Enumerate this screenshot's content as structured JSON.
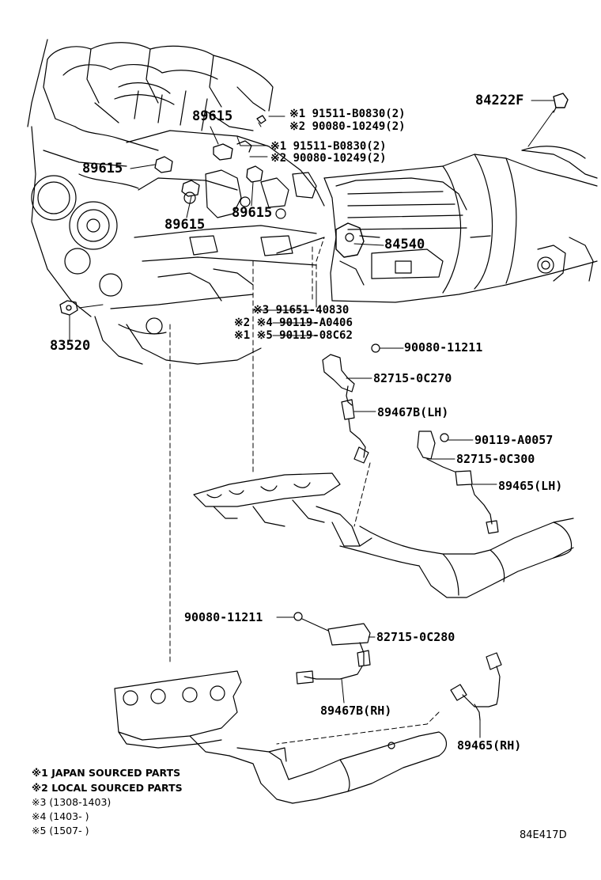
{
  "callouts": {
    "c84222F": "84222F",
    "c89615_top": "89615",
    "c89615_left": "89615",
    "c89615_bottom_left": "89615",
    "c89615_bottom_right": "89615",
    "c91511_a": "※1 91511-B0830(2)",
    "c90080_a": "※2 90080-10249(2)",
    "c91511_b": "※1 91511-B0830(2)",
    "c90080_b": "※2 90080-10249(2)",
    "c84540": "84540",
    "c91651": "※3 91651-40830",
    "c90119_a0406": "※2 ※4 90119-A0406",
    "c90119_08c62": "※1 ※5 90119-08C62",
    "c83520": "83520",
    "c90080_11211_top": "90080-11211",
    "c82715_0c270": "82715-0C270",
    "c89467b_lh": "89467B(LH)",
    "c90119_a0057": "90119-A0057",
    "c82715_0c300": "82715-0C300",
    "c89465_lh": "89465(LH)",
    "c90080_11211_bottom": "90080-11211",
    "c82715_0c280": "82715-0C280",
    "c89467b_rh": "89467B(RH)",
    "c89465_rh": "89465(RH)"
  },
  "notes": [
    "※1 JAPAN SOURCED PARTS",
    "※2 LOCAL SOURCED PARTS",
    "※3 (1308-1403)",
    "※4 (1403-      )",
    "※5 (1507-      )"
  ],
  "figure_code": "84E417D"
}
